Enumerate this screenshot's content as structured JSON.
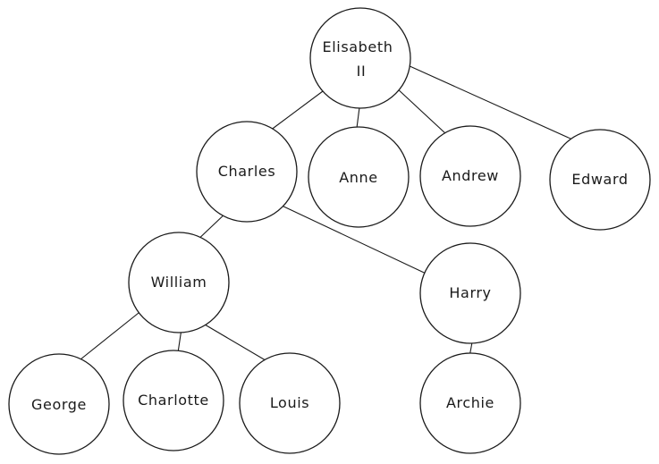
{
  "diagram": {
    "type": "family-tree",
    "line_color": "#1a1a1a",
    "background": "#ffffff",
    "nodes": {
      "elisabeth": {
        "label_line1": "Elisabeth",
        "label_line2": "II"
      },
      "charles": {
        "label": "Charles"
      },
      "anne": {
        "label": "Anne"
      },
      "andrew": {
        "label": "Andrew"
      },
      "edward": {
        "label": "Edward"
      },
      "william": {
        "label": "William"
      },
      "harry": {
        "label": "Harry"
      },
      "george": {
        "label": "George"
      },
      "charlotte": {
        "label": "Charlotte"
      },
      "louis": {
        "label": "Louis"
      },
      "archie": {
        "label": "Archie"
      }
    },
    "edges": [
      {
        "from": "Elisabeth II",
        "to": "Charles"
      },
      {
        "from": "Elisabeth II",
        "to": "Anne"
      },
      {
        "from": "Elisabeth II",
        "to": "Andrew"
      },
      {
        "from": "Elisabeth II",
        "to": "Edward"
      },
      {
        "from": "Charles",
        "to": "William"
      },
      {
        "from": "Charles",
        "to": "Harry"
      },
      {
        "from": "William",
        "to": "George"
      },
      {
        "from": "William",
        "to": "Charlotte"
      },
      {
        "from": "William",
        "to": "Louis"
      },
      {
        "from": "Harry",
        "to": "Archie"
      }
    ]
  }
}
